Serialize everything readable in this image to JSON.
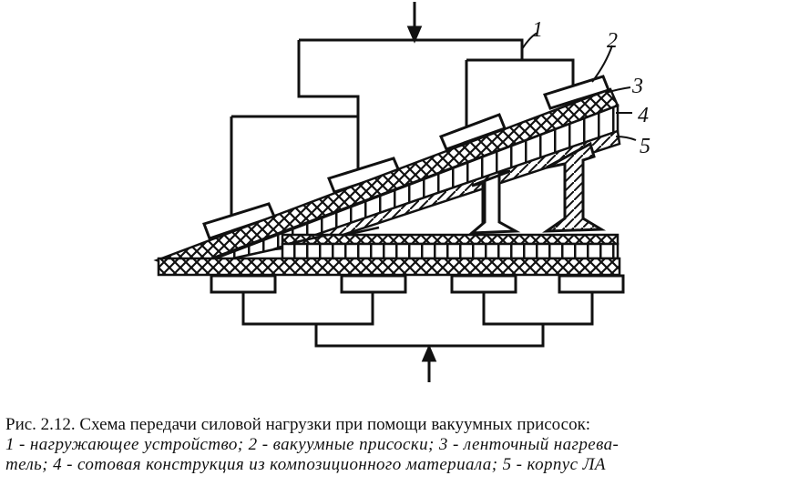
{
  "figure": {
    "labels": [
      {
        "id": "1",
        "text": "1"
      },
      {
        "id": "2",
        "text": "2"
      },
      {
        "id": "3",
        "text": "3"
      },
      {
        "id": "4",
        "text": "4"
      },
      {
        "id": "5",
        "text": "5"
      }
    ]
  },
  "caption": {
    "title": "Рис. 2.12. Схема передачи силовой нагрузки при помощи вакуумных присосок:",
    "legend_line1": "1 - нагружающее устройство; 2 - вакуумные присоски; 3 - ленточный нагрева-",
    "legend_line2": "тель; 4 - сотовая конструкция из композиционного материала; 5 - корпус ЛА"
  }
}
